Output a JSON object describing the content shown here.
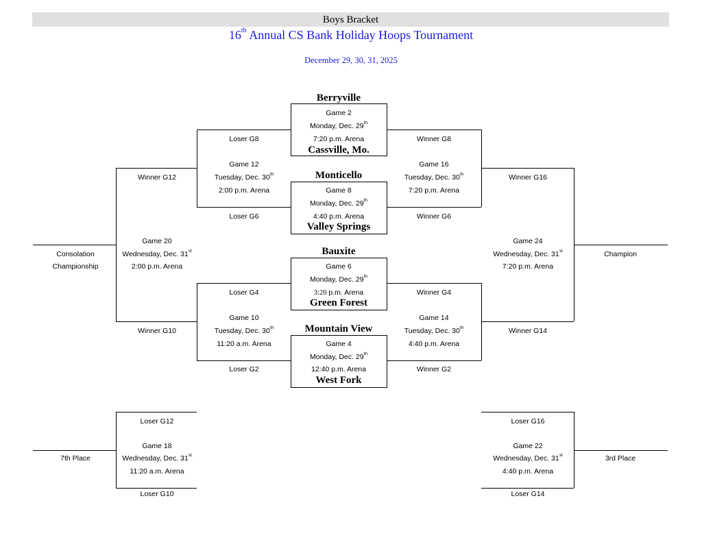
{
  "header": {
    "banner": "Boys Bracket",
    "title_pre": "16",
    "title_sup": "th",
    "title_post": " Annual CS Bank Holiday Hoops Tournament",
    "dates": "December 29, 30, 31, 2025"
  },
  "first_round": [
    {
      "top_team": "Berryville",
      "game": "Game 2",
      "date": "Monday, Dec. 29",
      "date_sup": "th",
      "time": "7:20 p.m. Arena",
      "bottom_team": "Cassville, Mo."
    },
    {
      "top_team": "Monticello",
      "game": "Game 8",
      "date": "Monday, Dec. 29",
      "date_sup": "th",
      "time": "4:40 p.m. Arena",
      "bottom_team": "Valley Springs"
    },
    {
      "top_team": "Bauxite",
      "game": "Game 6",
      "date": "Monday, Dec. 29",
      "date_sup": "th",
      "time_num": "3:20",
      "time_rest": " p.m. Arena",
      "bottom_team": "Green Forest"
    },
    {
      "top_team": "Mountain View",
      "game": "Game 4",
      "date": "Monday, Dec. 29",
      "date_sup": "th",
      "time": "12:40 p.m. Arena",
      "bottom_team": "West Fork"
    }
  ],
  "first_round_outcomes": {
    "loser_g8": "Loser G8",
    "winner_g8": "Winner G8",
    "loser_g6": "Loser G6",
    "winner_g6": "Winner G6",
    "loser_g4": "Loser G4",
    "winner_g4": "Winner G4",
    "loser_g2": "Loser G2",
    "winner_g2": "Winner G2"
  },
  "second_round": {
    "g12": {
      "game": "Game 12",
      "date": "Tuesday, Dec. 30",
      "date_sup": "th",
      "time": "2:00 p.m. Arena"
    },
    "g16": {
      "game": "Game 16",
      "date": "Tuesday, Dec. 30",
      "date_sup": "th",
      "time": "7:20 p.m. Arena"
    },
    "g10": {
      "game": "Game 10",
      "date": "Tuesday, Dec. 30",
      "date_sup": "th",
      "time": "11:20 a.m. Arena"
    },
    "g14": {
      "game": "Game 14",
      "date": "Tuesday, Dec. 30",
      "date_sup": "th",
      "time": "4:40 p.m. Arena"
    }
  },
  "second_round_outcomes": {
    "winner_g12": "Winner G12",
    "winner_g10": "Winner G10",
    "winner_g16": "Winner G16",
    "winner_g14": "Winner G14"
  },
  "finals": {
    "g20": {
      "game": "Game 20",
      "date": "Wednesday, Dec. 31",
      "date_sup": "st",
      "time": "2:00 p.m. Arena"
    },
    "g24": {
      "game": "Game 24",
      "date": "Wednesday, Dec. 31",
      "date_sup": "st",
      "time": "7:20 p.m. Arena"
    },
    "consolation_1": "Consolation",
    "consolation_2": "Championship",
    "champion": "Champion"
  },
  "placement": {
    "g18": {
      "top": "Loser G12",
      "game": "Game 18",
      "date": "Wednesday, Dec. 31",
      "date_sup": "st",
      "time": "11:20 a.m. Arena",
      "bottom": "Loser G10",
      "result": "7th Place"
    },
    "g22": {
      "top": "Loser G16",
      "game": "Game 22",
      "date": "Wednesday, Dec. 31",
      "date_sup": "st",
      "time": "4:40 p.m. Arena",
      "bottom": "Loser G14",
      "result": "3rd Place"
    }
  }
}
